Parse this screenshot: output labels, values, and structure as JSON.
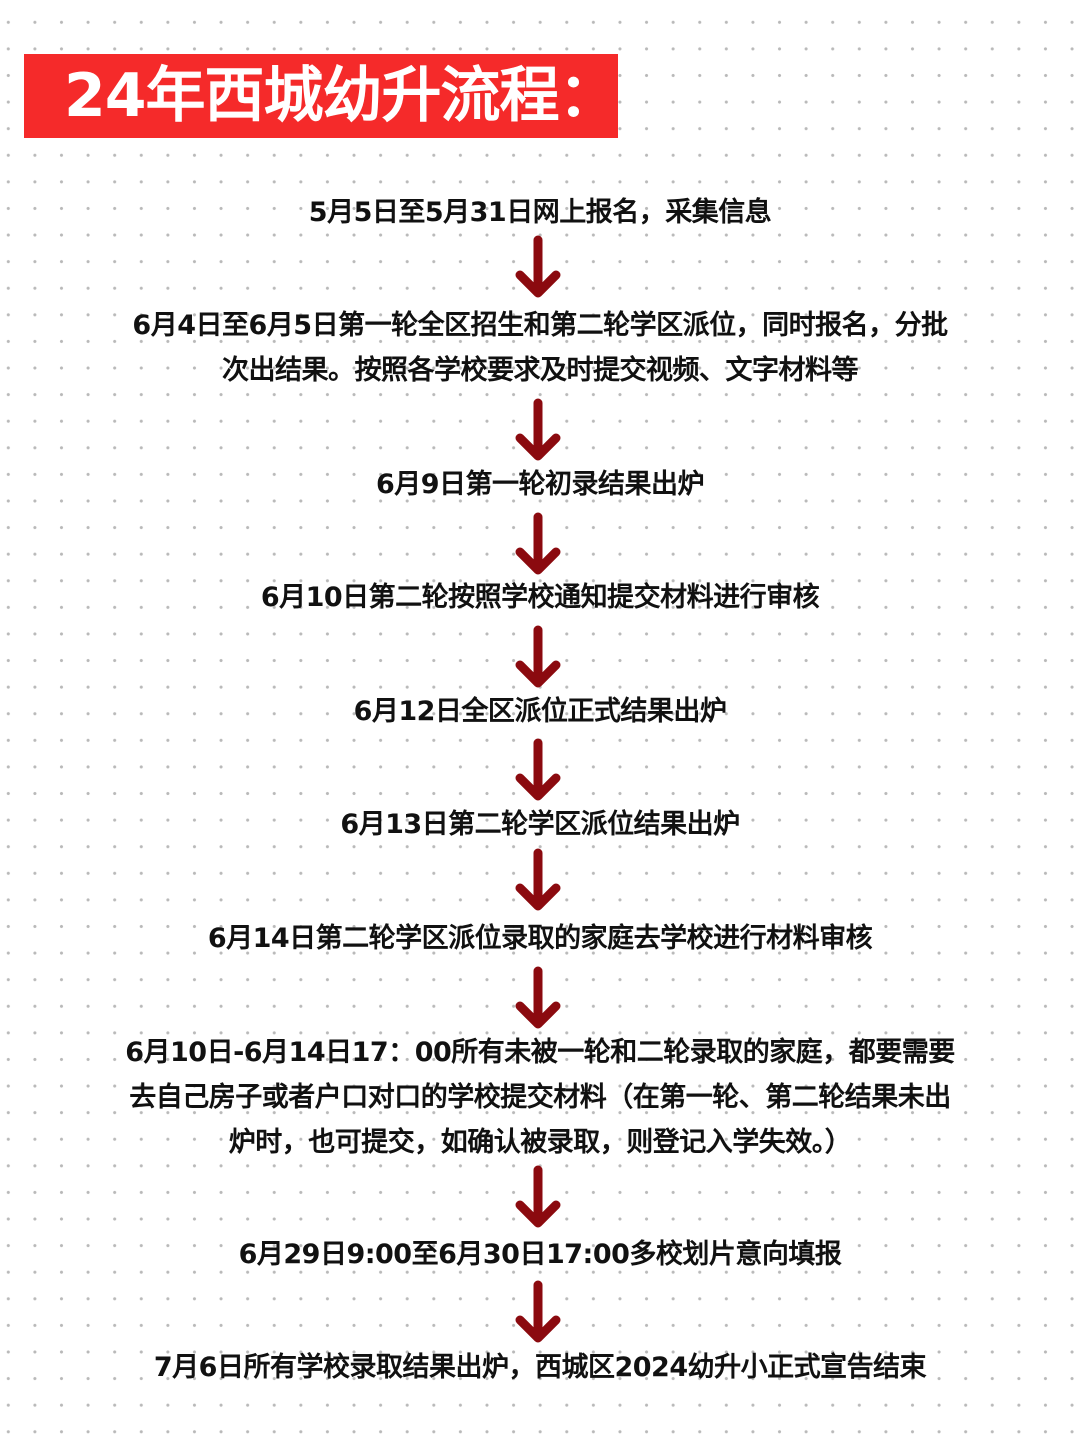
{
  "title": "24年西城幼升流程：",
  "colors": {
    "title_bg": "#f52a2a",
    "arrow": "#8b0a0f"
  },
  "steps": [
    {
      "lines": [
        "5月5日至5月31日网上报名，采集信息"
      ]
    },
    {
      "lines": [
        "6月4日至6月5日第一轮全区招生和第二轮学区派位，同时报名，分批",
        "次出结果。按照各学校要求及时提交视频、文字材料等"
      ]
    },
    {
      "lines": [
        "6月9日第一轮初录结果出炉"
      ]
    },
    {
      "lines": [
        "6月10日第二轮按照学校通知提交材料进行审核"
      ]
    },
    {
      "lines": [
        "6月12日全区派位正式结果出炉"
      ]
    },
    {
      "lines": [
        "6月13日第二轮学区派位结果出炉"
      ]
    },
    {
      "lines": [
        "6月14日第二轮学区派位录取的家庭去学校进行材料审核"
      ]
    },
    {
      "lines": [
        "6月10日-6月14日17：00所有未被一轮和二轮录取的家庭，都要需要",
        "去自己房子或者户口对口的学校提交材料（在第一轮、第二轮结果未出",
        "炉时，也可提交，如确认被录取，则登记入学失效。）"
      ]
    },
    {
      "lines": [
        "6月29日9:00至6月30日17:00多校划片意向填报"
      ]
    },
    {
      "lines": [
        "7月6日所有学校录取结果出炉，西城区2024幼升小正式宣告结束"
      ]
    }
  ]
}
